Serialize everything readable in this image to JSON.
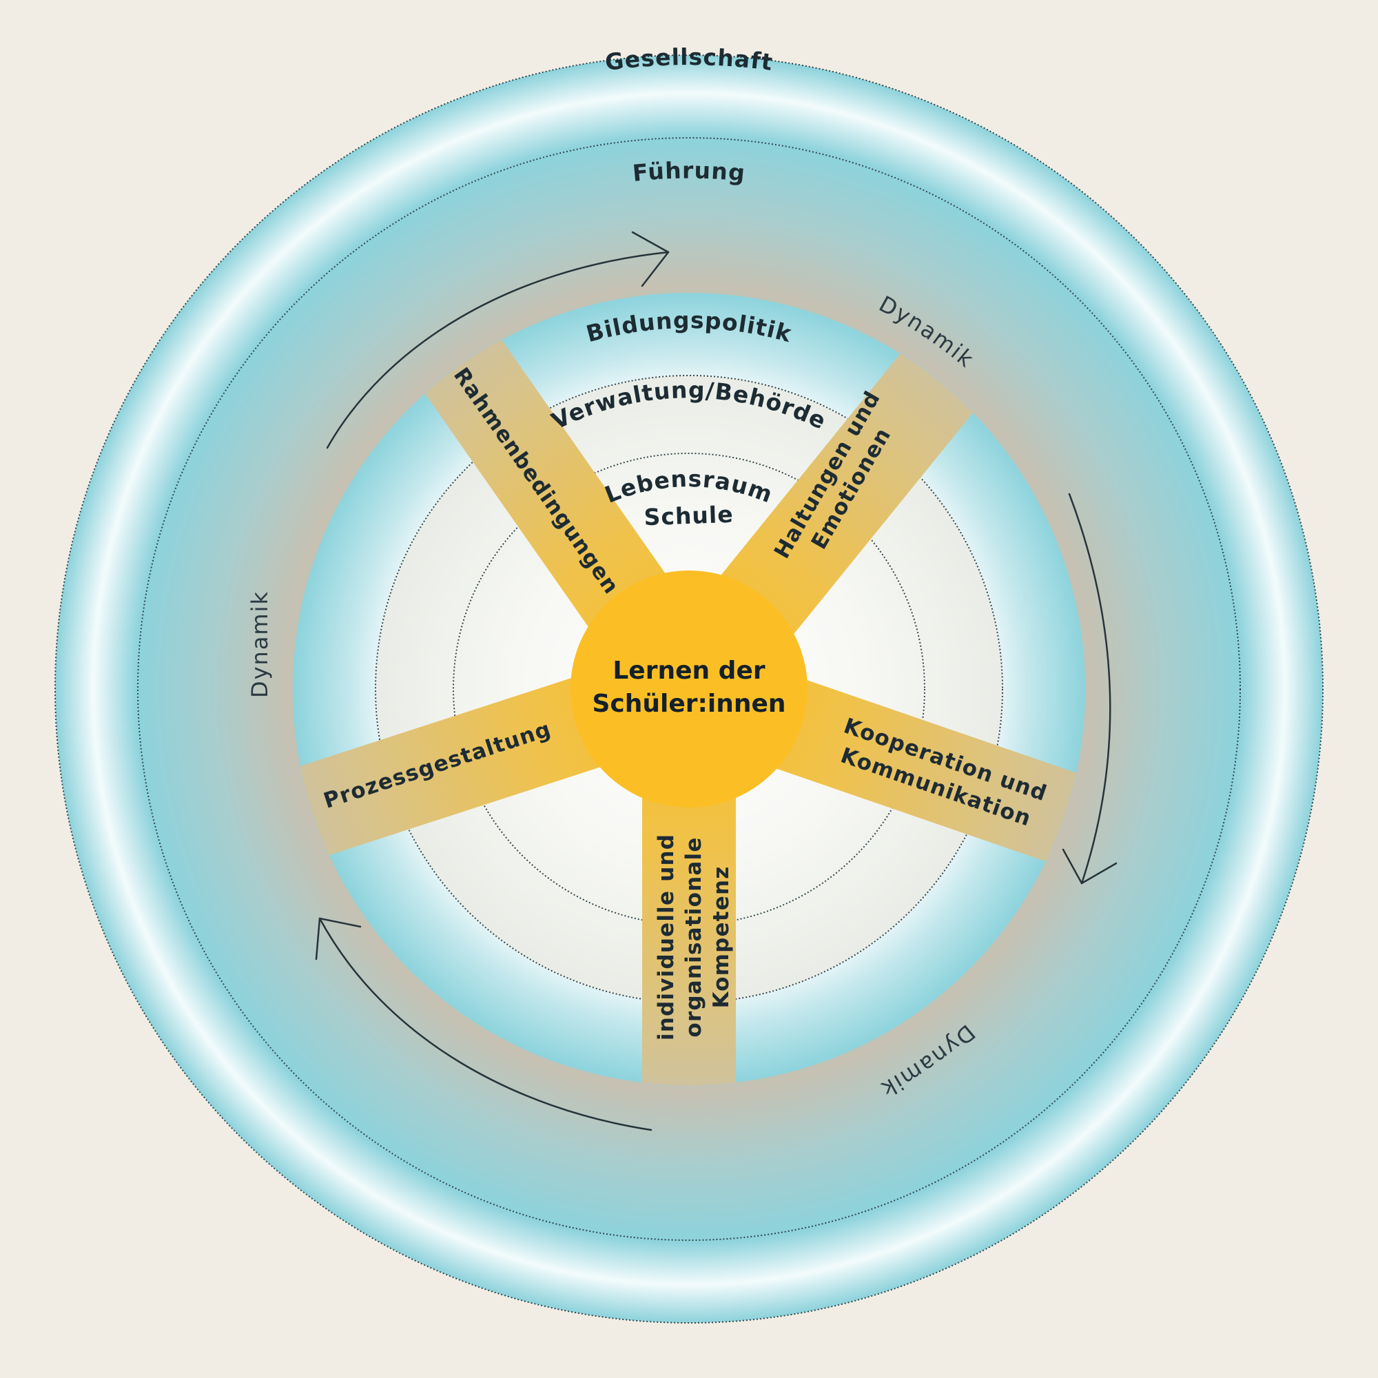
{
  "rings": {
    "outer": "Gesellschaft",
    "second": "Führung",
    "third": "Bildungspolitik",
    "fourth": "Verwaltung/Behörde",
    "inner_line1": "Lebensraum",
    "inner_line2": "Schule"
  },
  "center": {
    "line1": "Lernen der",
    "line2": "Schüler:innen"
  },
  "spokes": {
    "top_left": "Rahmenbedingungen",
    "top_right_line1": "Haltungen und",
    "top_right_line2": "Emotionen",
    "right_line1": "Kooperation und",
    "right_line2": "Kommunikation",
    "bottom_line1": "individuelle und",
    "bottom_line2": "organisationale",
    "bottom_line3": "Kompetenz",
    "left": "Prozessgestaltung"
  },
  "dynamics": {
    "top_right": "Dynamik",
    "left": "Dynamik",
    "bottom_right": "Dynamik"
  },
  "colors": {
    "background": "#f1ede4",
    "ring_teal": "#8dd2db",
    "ring_light": "#f4fbfc",
    "band_taupe": "#c8c2b3",
    "spoke_gold": "#e7c25f",
    "center_yellow": "#fbbf25",
    "text_dark": "#1d2b33"
  }
}
